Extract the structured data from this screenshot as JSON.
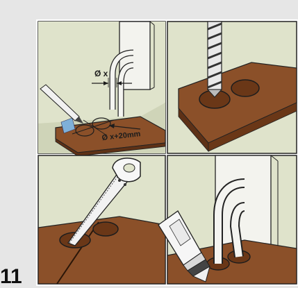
{
  "step_number": "11",
  "labels": {
    "pipe_diameter": "Ø x",
    "hole_diameter": "Ø x+20mm"
  },
  "colors": {
    "background": "#e6e6e6",
    "panel_bg": "#d7dcc2",
    "wall": "#dfe3cb",
    "board": "#7a4422",
    "board_top": "#8b5029",
    "hole": "#6a3717",
    "outline": "#1d1d1d"
  },
  "panels": [
    "mark-holes",
    "drill-holes",
    "saw-board",
    "apply-sealant"
  ]
}
